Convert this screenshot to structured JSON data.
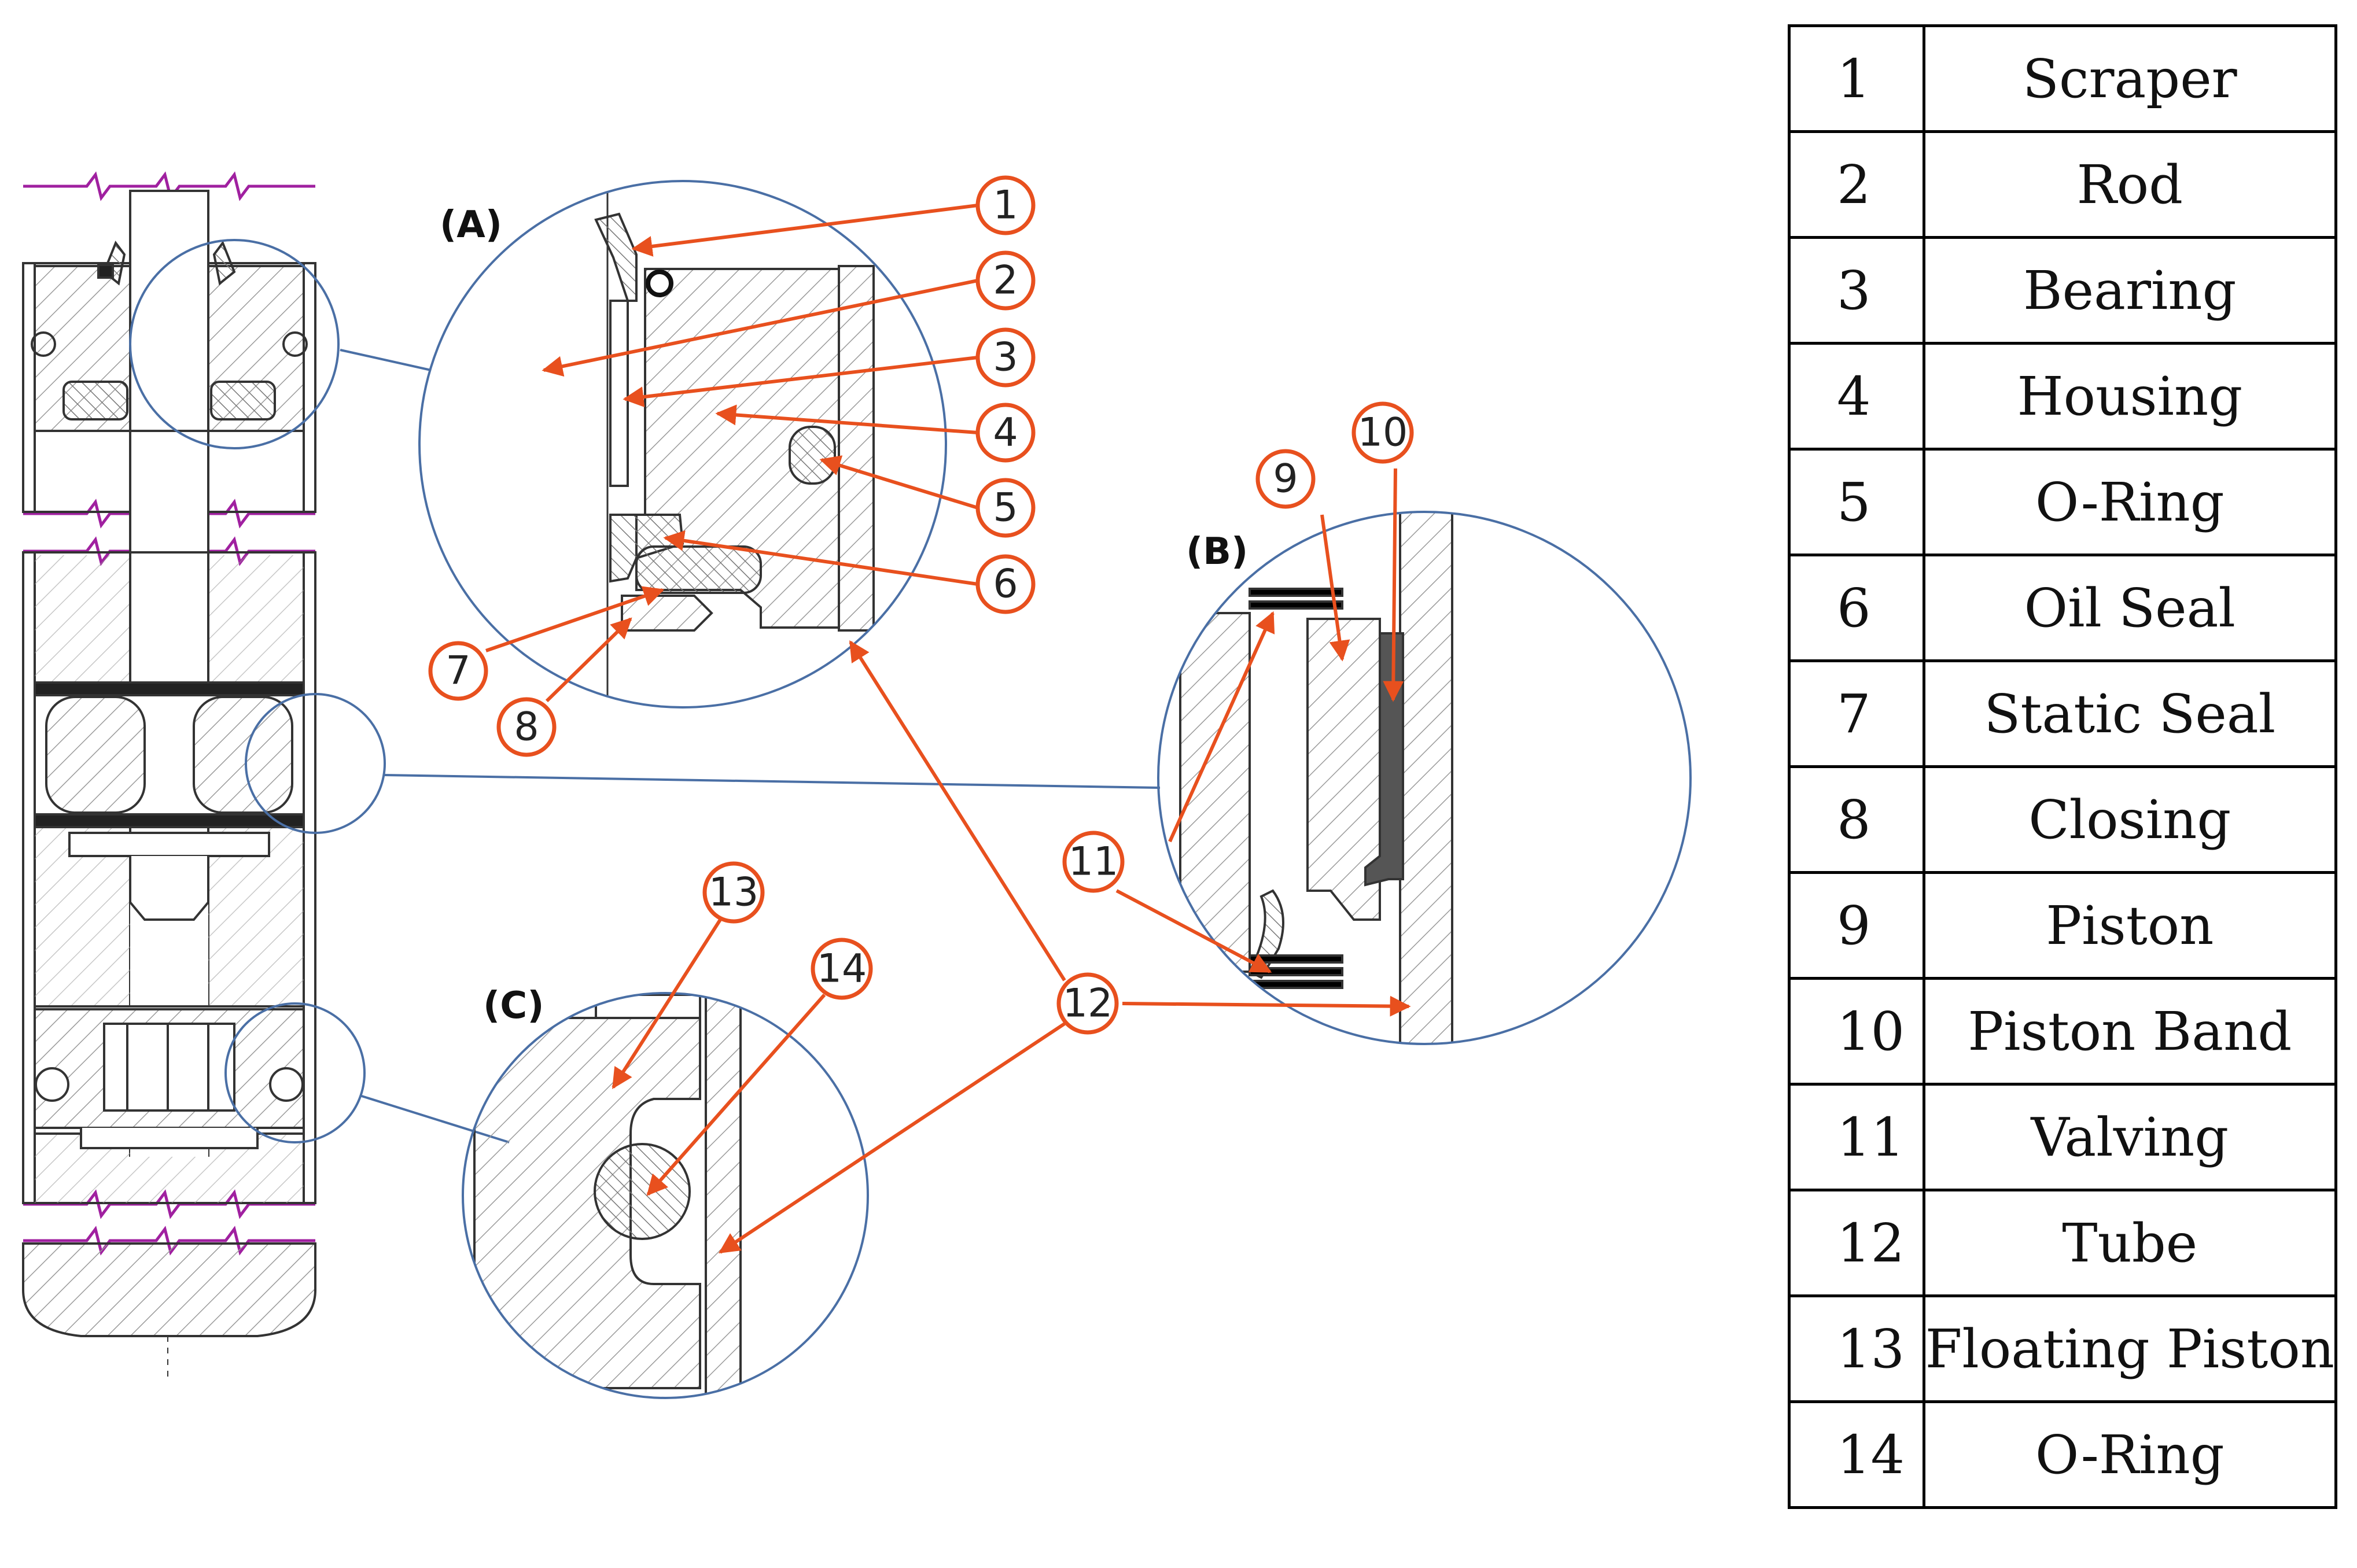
{
  "colors": {
    "callout": "#E8501E",
    "magnifier": "#4A6FA5",
    "break_line": "#A020A0",
    "line": "#333333",
    "seal_dark": "#555555"
  },
  "views": {
    "a": "(A)",
    "b": "(B)",
    "c": "(C)"
  },
  "callouts": {
    "c1": "1",
    "c2": "2",
    "c3": "3",
    "c4": "4",
    "c5": "5",
    "c6": "6",
    "c7": "7",
    "c8": "8",
    "c9": "9",
    "c10": "10",
    "c11": "11",
    "c12": "12",
    "c13": "13",
    "c14": "14"
  },
  "legend": [
    {
      "num": "1",
      "name": "Scraper"
    },
    {
      "num": "2",
      "name": "Rod"
    },
    {
      "num": "3",
      "name": "Bearing"
    },
    {
      "num": "4",
      "name": "Housing"
    },
    {
      "num": "5",
      "name": "O-Ring"
    },
    {
      "num": "6",
      "name": "Oil Seal"
    },
    {
      "num": "7",
      "name": "Static Seal"
    },
    {
      "num": "8",
      "name": "Closing"
    },
    {
      "num": "9",
      "name": "Piston"
    },
    {
      "num": "10",
      "name": "Piston Band"
    },
    {
      "num": "11",
      "name": "Valving"
    },
    {
      "num": "12",
      "name": "Tube"
    },
    {
      "num": "13",
      "name": "Floating Piston"
    },
    {
      "num": "14",
      "name": "O-Ring"
    }
  ]
}
